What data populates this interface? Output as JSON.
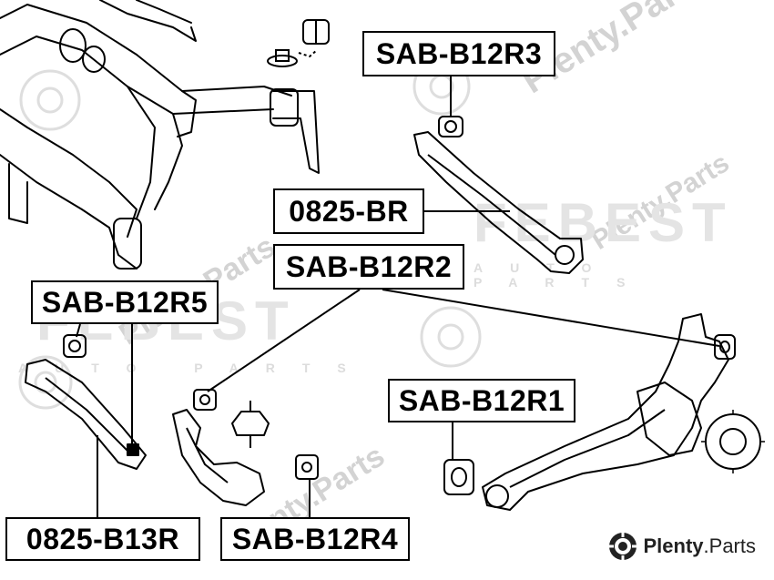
{
  "labels": {
    "sab_b12r3": "SAB-B12R3",
    "bracket_0825_br": "0825-BR",
    "sab_b12r2": "SAB-B12R2",
    "sab_b12r5": "SAB-B12R5",
    "sab_b12r1": "SAB-B12R1",
    "bracket_0825_b13r": "0825-B13R",
    "sab_b12r4": "SAB-B12R4"
  },
  "watermark": {
    "brand_name": "FEBEST",
    "tagline": "AUTO PARTS",
    "site": "Plenty.Parts"
  },
  "footer_logo": {
    "name_bold": "Plenty",
    "name_rest": ".Parts",
    "icon": "gear-icon"
  },
  "colors": {
    "ink": "#000000",
    "watermark": "#d3d3d3",
    "background": "#ffffff"
  }
}
